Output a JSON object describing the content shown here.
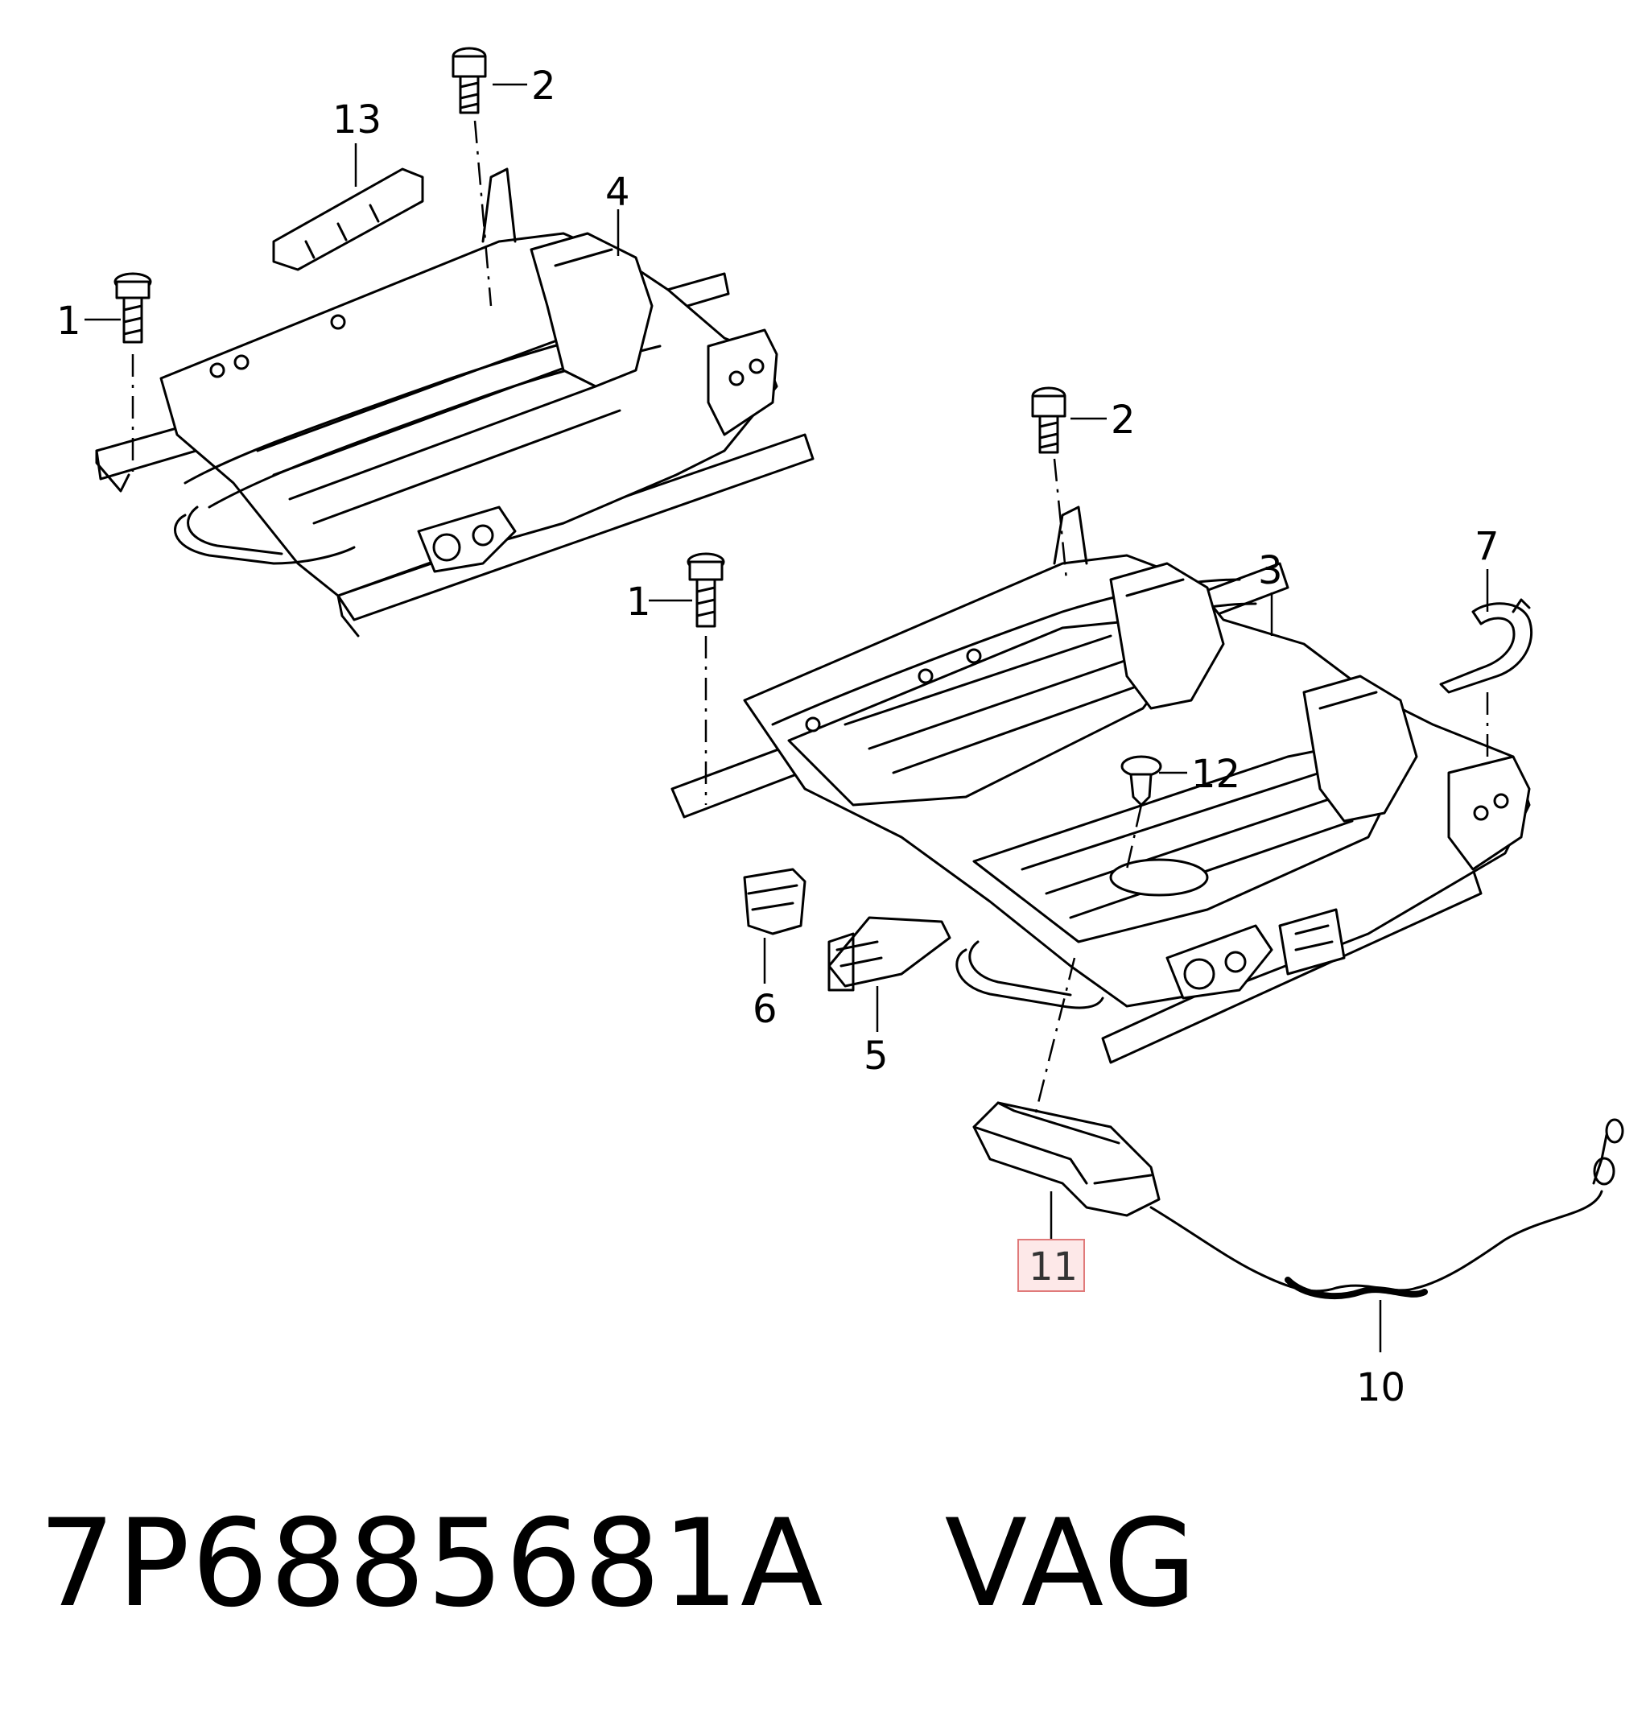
{
  "callouts": {
    "c1_top": "1",
    "c2_top": "2",
    "c13": "13",
    "c4": "4",
    "c2_bottom": "2",
    "c1_bottom": "1",
    "c3": "3",
    "c7": "7",
    "c12": "12",
    "c6": "6",
    "c5": "5",
    "c11": "11",
    "c10": "10"
  },
  "highlight": {
    "callout": "11",
    "border_color": "#e07a7a",
    "fill_color": "#fde8e8"
  },
  "caption": {
    "part_number": "7P6885681A",
    "brand": "VAG"
  }
}
